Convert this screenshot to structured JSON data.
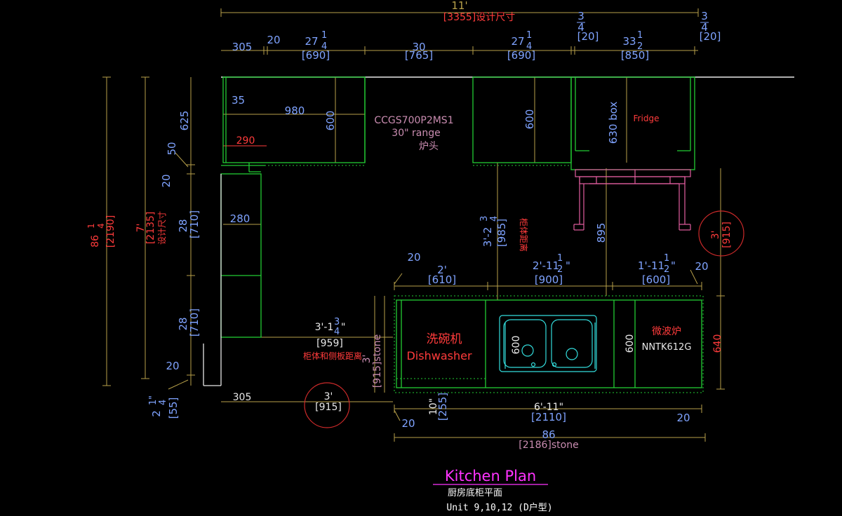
{
  "colors": {
    "background": "#000000",
    "cabinet": "#22cc33",
    "dimension_line": "#b8a14a",
    "dimension_text": "#7fa3ff",
    "note_red": "#ff3b3b",
    "sink": "#33dddd",
    "appliance": "#e35ea0",
    "title": "#ff33ff"
  },
  "title": {
    "main": "Kitchen Plan",
    "sub": "厨房底柜平面",
    "unit": "Unit 9,10,12 (D户型)"
  },
  "top_dims": {
    "overall_ft": "11'",
    "overall_mm": "[3355]设计尺寸",
    "d305": "305",
    "d20a": "20",
    "upper_cab_in": "27",
    "frac_num_a": "1",
    "frac_den_a": "4",
    "upper_cab_mm": "[690]",
    "range_in": "30",
    "range_mm": "[765]",
    "upper_cab2_in": "27",
    "frac_num_b": "1",
    "frac_den_b": "4",
    "upper_cab2_mm": "[690]",
    "gap_frac_num": "3",
    "gap_frac_den": "4",
    "gap_mm": "[20]",
    "fridge_in": "33",
    "frac_num_c": "1",
    "frac_den_c": "2",
    "fridge_mm": "[850]",
    "end_frac_num": "3",
    "end_frac_den": "4",
    "end_mm": "[20]"
  },
  "left_dims": {
    "total_in": "86",
    "total_frac_num": "1",
    "total_frac_den": "4",
    "total_mm": "[2190]",
    "design_ft": "7'",
    "design_mm": "[2135]",
    "design_label": "设计尺寸",
    "d625": "625",
    "d50": "50",
    "d20a": "20",
    "d28a": "28",
    "d710a": "[710]",
    "d28b": "28",
    "d710b": "[710]",
    "d20b": "20",
    "bottom_in_whole": "2",
    "bottom_frac_num": "1",
    "bottom_frac_den": "4",
    "bottom_in_mark": "\"",
    "bottom_mm": "[55]"
  },
  "upper_left": {
    "d35": "35",
    "d980": "980",
    "d600": "600",
    "d290": "290",
    "d280": "280"
  },
  "range": {
    "model": "CCGS700P2MS1",
    "size": "30\" range",
    "label_cn": "炉头"
  },
  "upper_right": {
    "d600": "600"
  },
  "fridge": {
    "label": "Fridge",
    "box": "630 box",
    "d895": "895"
  },
  "island_gap": {
    "ft_in": "3'-2",
    "frac_num": "3",
    "frac_den": "4",
    "mm": "[985]",
    "label_cn": "柜体距离"
  },
  "right_circle": {
    "ft": "3'",
    "mm": "[915]"
  },
  "bottom_cab_dims": {
    "d20": "20",
    "seg1_ft": "2'",
    "seg1_mm": "[610]",
    "seg2_ft": "2'-11",
    "seg2_num": "1",
    "seg2_den": "2",
    "seg2_mm": "[900]",
    "seg3_ft": "1'-11",
    "seg3_num": "1",
    "seg3_den": "2",
    "seg3_mm": "[600]",
    "d20r": "20"
  },
  "side_gap": {
    "ft_in": "3'-1",
    "frac_num": "3",
    "frac_den": "4",
    "mm": "[959]",
    "label_cn": "柜体和侧板距离"
  },
  "counter": {
    "stone_depth": "[915]stone",
    "stone_ft": "3'",
    "dishwasher_cn": "洗碗机",
    "dishwasher": "Dishwasher",
    "sink_d600": "600",
    "micro_d600": "600",
    "microwave_cn": "微波炉",
    "microwave_model": "NNTK612G",
    "d640": "640"
  },
  "bottom_dims": {
    "d305": "305",
    "circle_ft": "3'",
    "circle_mm": "[915]",
    "d10": "10\"",
    "d255": "[255]",
    "run_ft": "6'-11\"",
    "run_mm": "[2110]",
    "d20l": "20",
    "d20r": "20",
    "stone_in": "86",
    "stone_mm": "[2186]stone"
  }
}
